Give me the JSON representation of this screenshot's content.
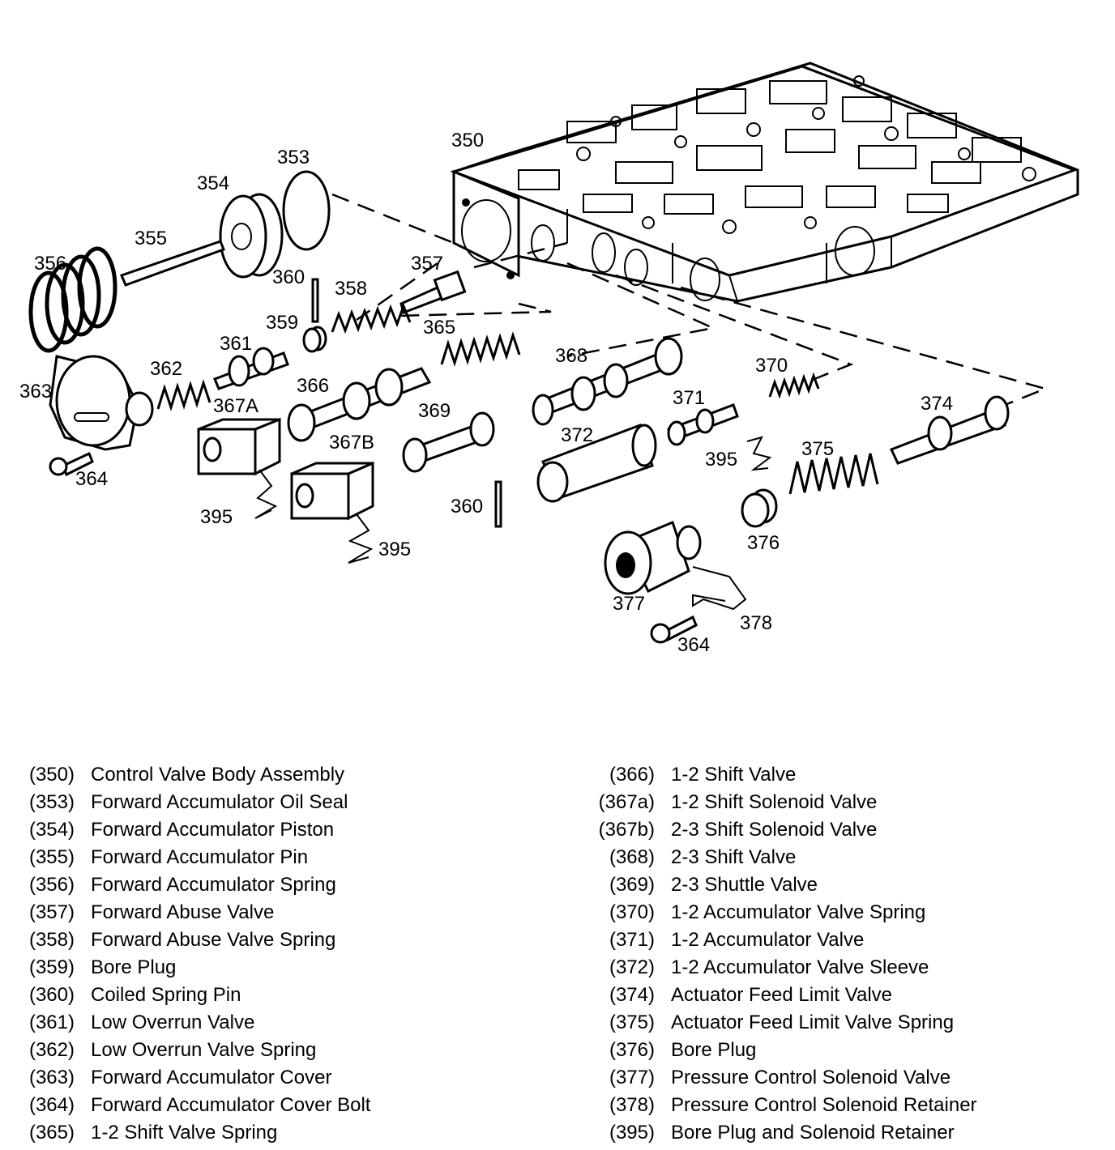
{
  "callouts": {
    "c350": "350",
    "c353": "353",
    "c354": "354",
    "c355": "355",
    "c356": "356",
    "c357": "357",
    "c358": "358",
    "c359": "359",
    "c360a": "360",
    "c360b": "360",
    "c361": "361",
    "c362": "362",
    "c363": "363",
    "c364a": "364",
    "c364b": "364",
    "c365": "365",
    "c366": "366",
    "c367A": "367A",
    "c367B": "367B",
    "c368": "368",
    "c369": "369",
    "c370": "370",
    "c371": "371",
    "c372": "372",
    "c374": "374",
    "c375": "375",
    "c376": "376",
    "c377": "377",
    "c378": "378",
    "c395a": "395",
    "c395b": "395",
    "c395c": "395"
  },
  "legend": {
    "left": [
      {
        "num": "(350)",
        "desc": "Control Valve Body Assembly"
      },
      {
        "num": "(353)",
        "desc": "Forward Accumulator Oil Seal"
      },
      {
        "num": "(354)",
        "desc": "Forward Accumulator Piston"
      },
      {
        "num": "(355)",
        "desc": "Forward Accumulator Pin"
      },
      {
        "num": "(356)",
        "desc": "Forward Accumulator Spring"
      },
      {
        "num": "(357)",
        "desc": "Forward Abuse Valve"
      },
      {
        "num": "(358)",
        "desc": "Forward Abuse Valve Spring"
      },
      {
        "num": "(359)",
        "desc": "Bore Plug"
      },
      {
        "num": "(360)",
        "desc": "Coiled Spring Pin"
      },
      {
        "num": "(361)",
        "desc": "Low Overrun Valve"
      },
      {
        "num": "(362)",
        "desc": "Low Overrun Valve Spring"
      },
      {
        "num": "(363)",
        "desc": "Forward Accumulator Cover"
      },
      {
        "num": "(364)",
        "desc": "Forward Accumulator Cover Bolt"
      },
      {
        "num": "(365)",
        "desc": "1-2 Shift Valve Spring"
      }
    ],
    "right": [
      {
        "num": "(366)",
        "desc": "1-2 Shift Valve"
      },
      {
        "num": "(367a)",
        "desc": "1-2 Shift Solenoid Valve"
      },
      {
        "num": "(367b)",
        "desc": "2-3 Shift Solenoid Valve"
      },
      {
        "num": "(368)",
        "desc": "2-3 Shift Valve"
      },
      {
        "num": "(369)",
        "desc": "2-3 Shuttle Valve"
      },
      {
        "num": "(370)",
        "desc": "1-2 Accumulator Valve Spring"
      },
      {
        "num": "(371)",
        "desc": "1-2 Accumulator Valve"
      },
      {
        "num": "(372)",
        "desc": "1-2 Accumulator Valve Sleeve"
      },
      {
        "num": "(374)",
        "desc": "Actuator Feed Limit Valve"
      },
      {
        "num": "(375)",
        "desc": "Actuator Feed Limit Valve Spring"
      },
      {
        "num": "(376)",
        "desc": "Bore Plug"
      },
      {
        "num": "(377)",
        "desc": "Pressure Control Solenoid Valve"
      },
      {
        "num": "(378)",
        "desc": "Pressure Control Solenoid Retainer"
      },
      {
        "num": "(395)",
        "desc": "Bore Plug and Solenoid Retainer"
      }
    ]
  }
}
